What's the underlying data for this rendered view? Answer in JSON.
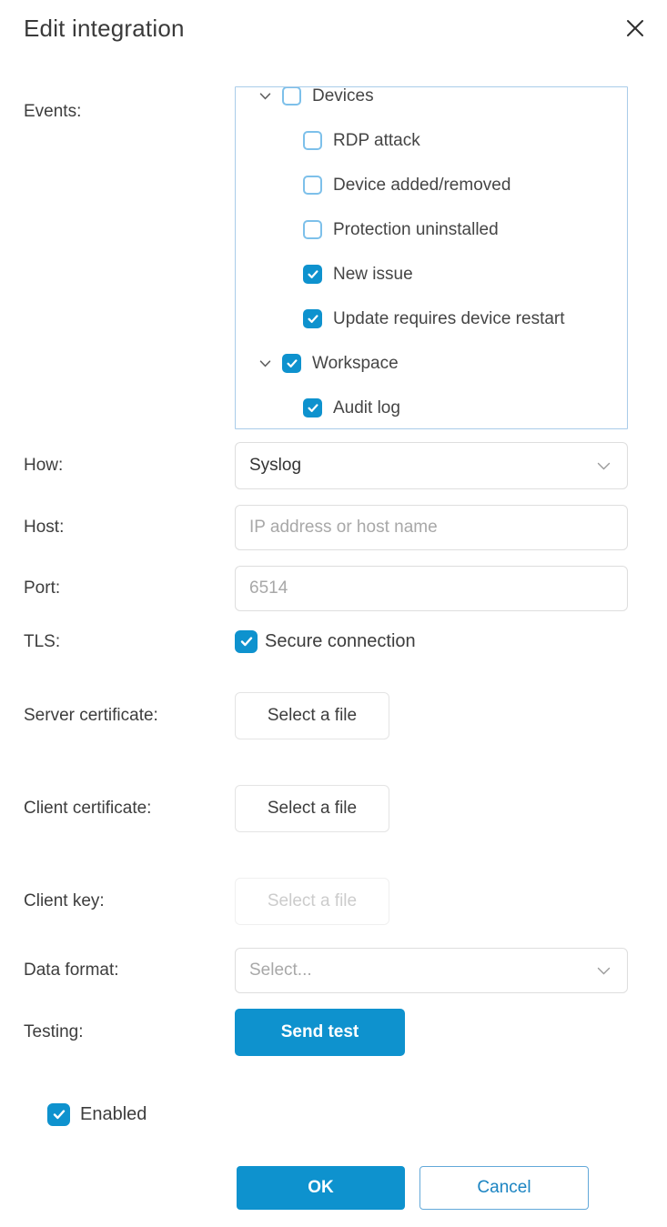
{
  "dialog": {
    "title": "Edit integration"
  },
  "events": {
    "label": "Events:",
    "tree": [
      {
        "label": "Devices",
        "level": 0,
        "checked": false,
        "expanded": true,
        "has_children": true
      },
      {
        "label": "RDP attack",
        "level": 1,
        "checked": false
      },
      {
        "label": "Device added/removed",
        "level": 1,
        "checked": false
      },
      {
        "label": "Protection uninstalled",
        "level": 1,
        "checked": false
      },
      {
        "label": "New issue",
        "level": 1,
        "checked": true
      },
      {
        "label": "Update requires device restart",
        "level": 1,
        "checked": true
      },
      {
        "label": "Workspace",
        "level": 0,
        "checked": true,
        "expanded": true,
        "has_children": true
      },
      {
        "label": "Audit log",
        "level": 1,
        "checked": true
      }
    ]
  },
  "fields": {
    "how": {
      "label": "How:",
      "value": "Syslog"
    },
    "host": {
      "label": "Host:",
      "value": "",
      "placeholder": "IP address or host name"
    },
    "port": {
      "label": "Port:",
      "value": "",
      "placeholder": "6514"
    },
    "tls": {
      "label": "TLS:",
      "checkbox_label": "Secure connection",
      "checked": true
    },
    "server_certificate": {
      "label": "Server certificate:",
      "button_label": "Select a file",
      "disabled": false
    },
    "client_certificate": {
      "label": "Client certificate:",
      "button_label": "Select a file",
      "disabled": false
    },
    "client_key": {
      "label": "Client key:",
      "button_label": "Select a file",
      "disabled": true
    },
    "data_format": {
      "label": "Data format:",
      "placeholder": "Select...",
      "value": ""
    },
    "testing": {
      "label": "Testing:",
      "button_label": "Send test"
    }
  },
  "enabled": {
    "label": "Enabled",
    "checked": true
  },
  "footer": {
    "ok_label": "OK",
    "cancel_label": "Cancel"
  },
  "icons": [
    "close-icon",
    "chevron-down-icon",
    "checkmark-icon"
  ],
  "colors": {
    "accent": "#0e92ce",
    "checkbox_border": "#7dc0ea",
    "tree_box_border": "#a9cce9",
    "input_border": "#dedede",
    "cancel_border": "#63a9d9",
    "cancel_text": "#1b84c2",
    "placeholder_text": "#a8a8a8",
    "label_text": "#3d3d3d"
  }
}
